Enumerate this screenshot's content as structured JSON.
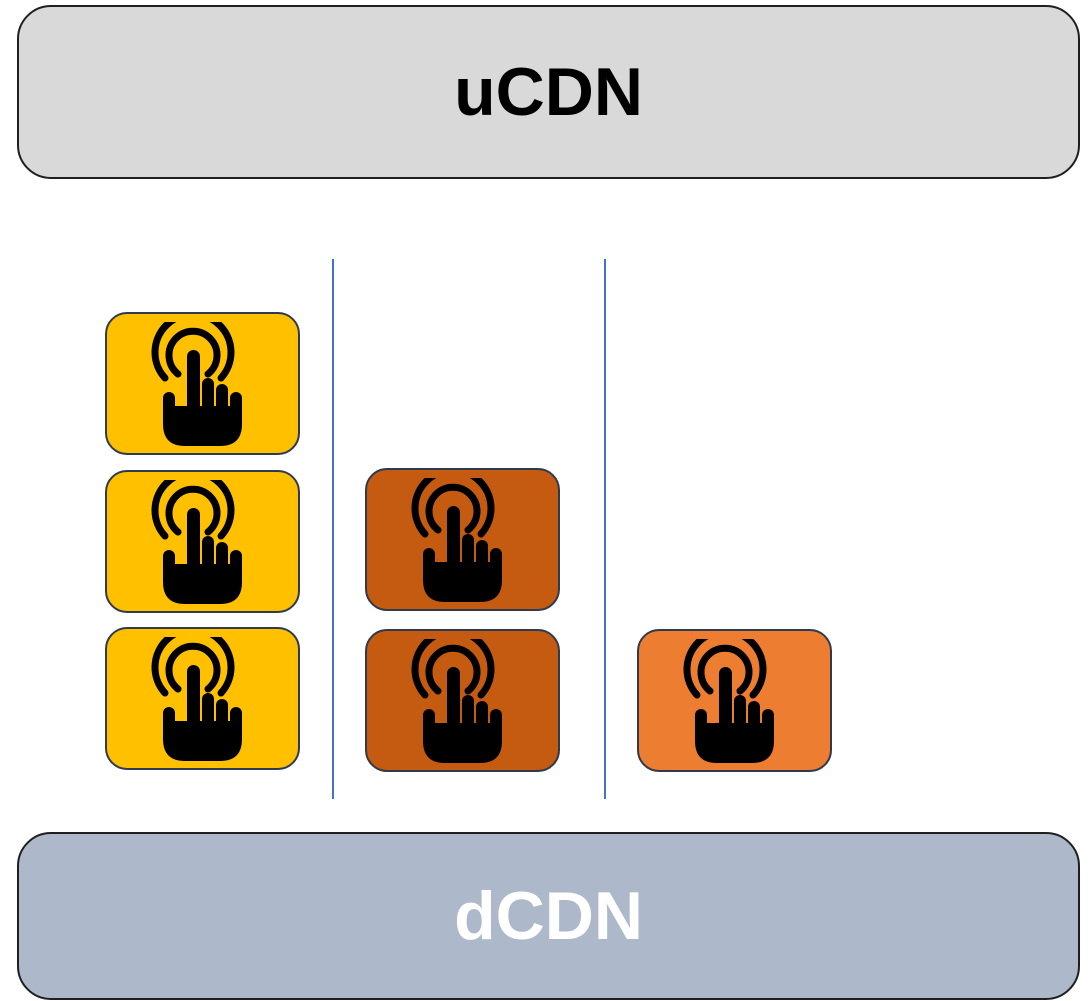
{
  "upstream": {
    "label": "uCDN",
    "color": "#d9d9d9",
    "text_color": "#000000"
  },
  "downstream": {
    "label": "dCDN",
    "color": "#adb9ca",
    "text_color": "#ffffff"
  },
  "divider_color": "#4472c4",
  "groups": [
    {
      "tiles": 3,
      "color": "#ffc000",
      "icon": "touch-hand-icon"
    },
    {
      "tiles": 2,
      "color": "#c55a11",
      "icon": "touch-hand-icon"
    },
    {
      "tiles": 1,
      "color": "#ed7d31",
      "icon": "touch-hand-icon"
    }
  ]
}
